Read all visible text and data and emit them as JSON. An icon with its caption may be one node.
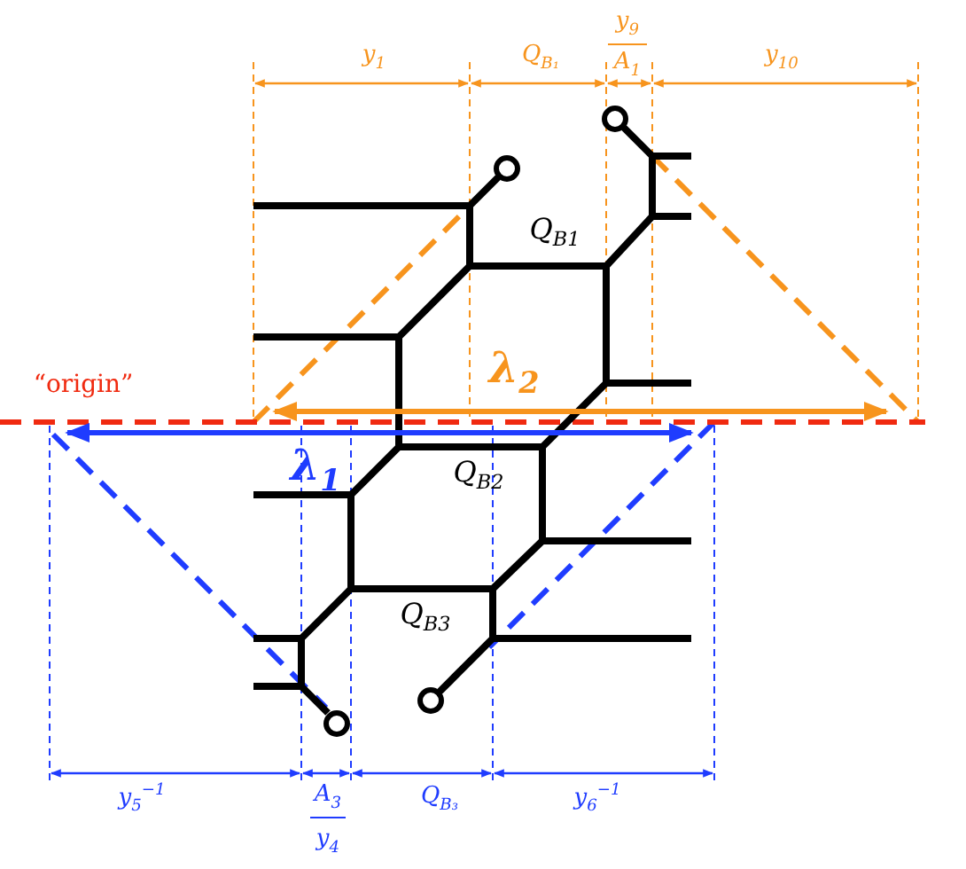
{
  "diagram": {
    "labels": [
      "y$_{9}$",
      "y$_{1}$",
      "Q$_{B₁}$",
      "A$_{1}$",
      "y$_{10}$",
      "Q$_{B1}$",
      "λ$_{2}$",
      "“origin”",
      "λ$_{1}$",
      "Q$_{B2}$",
      "Q$_{B3}$",
      "y$_{5}$$^{−1}$",
      "A$_{3}$",
      "Q$_{B₃}$",
      "y$_{6}$$^{−1}$",
      "y$_{4}$"
    ]
  }
}
